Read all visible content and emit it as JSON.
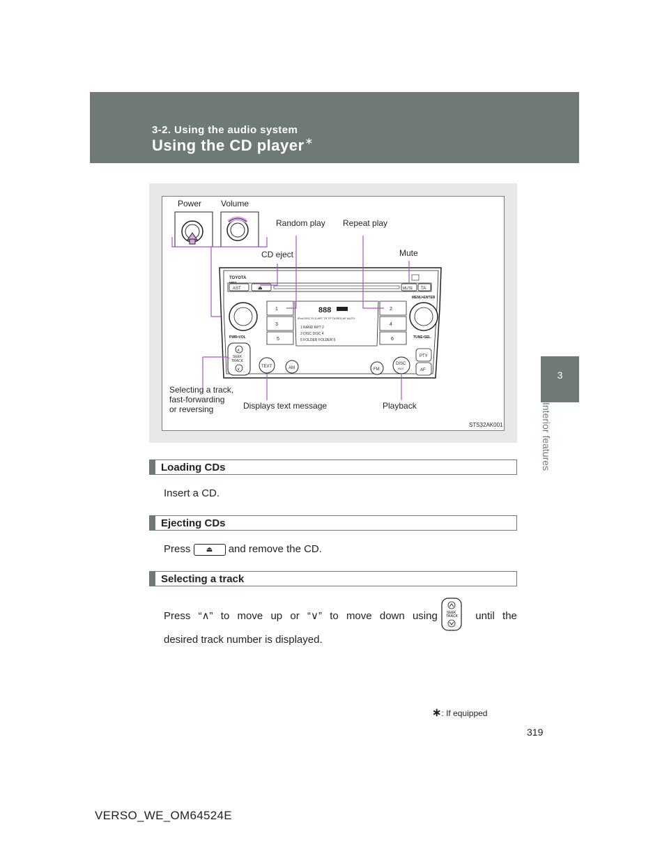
{
  "header": {
    "section_label": "3-2. Using the audio system",
    "title": "Using the CD player",
    "title_mark": "∗"
  },
  "side_tab": {
    "number": "3",
    "label": "Interior features"
  },
  "figure": {
    "callouts": {
      "power": "Power",
      "volume": "Volume",
      "random_play": "Random play",
      "repeat_play": "Repeat play",
      "cd_eject": "CD eject",
      "mute": "Mute",
      "seek_line1": "Selecting a track,",
      "seek_line2": "fast-forwarding",
      "seek_line3": "or reversing",
      "text_message": "Displays text message",
      "playback": "Playback"
    },
    "code": "STS32AK001",
    "unit": {
      "brand": "TOYOTA",
      "mp3": "MP3",
      "ast": "AST",
      "mute": "MUTE",
      "ta": "TA",
      "menu_enter": "MENU•ENTER",
      "pwr_vol": "PWR•VOL",
      "tune_sel": "TUNE•SEL",
      "seek": "SEEK",
      "track": "TRACK",
      "text": "TEXT",
      "am": "AM",
      "fm": "FM",
      "disc": "DISC",
      "aux": "AUX",
      "pty": "PTY",
      "af": "AF",
      "presets": [
        "1",
        "2",
        "3",
        "4",
        "5",
        "6"
      ],
      "display_status": "iPod DISC FLD ART TR    TP TA REG AF AUTO",
      "display_digits": "888",
      "display_rows": [
        "1  RAND  RPT  2",
        "3  DISC  DISC  4",
        "5  FOLDER  FOLDER  6"
      ]
    },
    "colors": {
      "callout_line": "#a855c8",
      "header_gray": "#6f7a77"
    }
  },
  "sections": [
    {
      "title": "Loading CDs"
    },
    {
      "title": "Ejecting CDs"
    },
    {
      "title": "Selecting a track"
    }
  ],
  "text": {
    "loading": "Insert a CD.",
    "eject_prefix": "Press",
    "eject_suffix": "and remove the CD.",
    "select_w1": "Press",
    "select_w2": "“∧”",
    "select_w3": "to",
    "select_w4": "move",
    "select_w5": "up",
    "select_w6": "or",
    "select_w7": "“∨”",
    "select_w8": "to",
    "select_w9": "move",
    "select_w10": "down",
    "select_w11": "using",
    "select_w12": "until",
    "select_w13": "the",
    "select_line2": "desired track number is displayed."
  },
  "footnote": {
    "mark": "∗",
    "text": ": If equipped"
  },
  "page_number": "319",
  "doc_code": "VERSO_WE_OM64524E"
}
